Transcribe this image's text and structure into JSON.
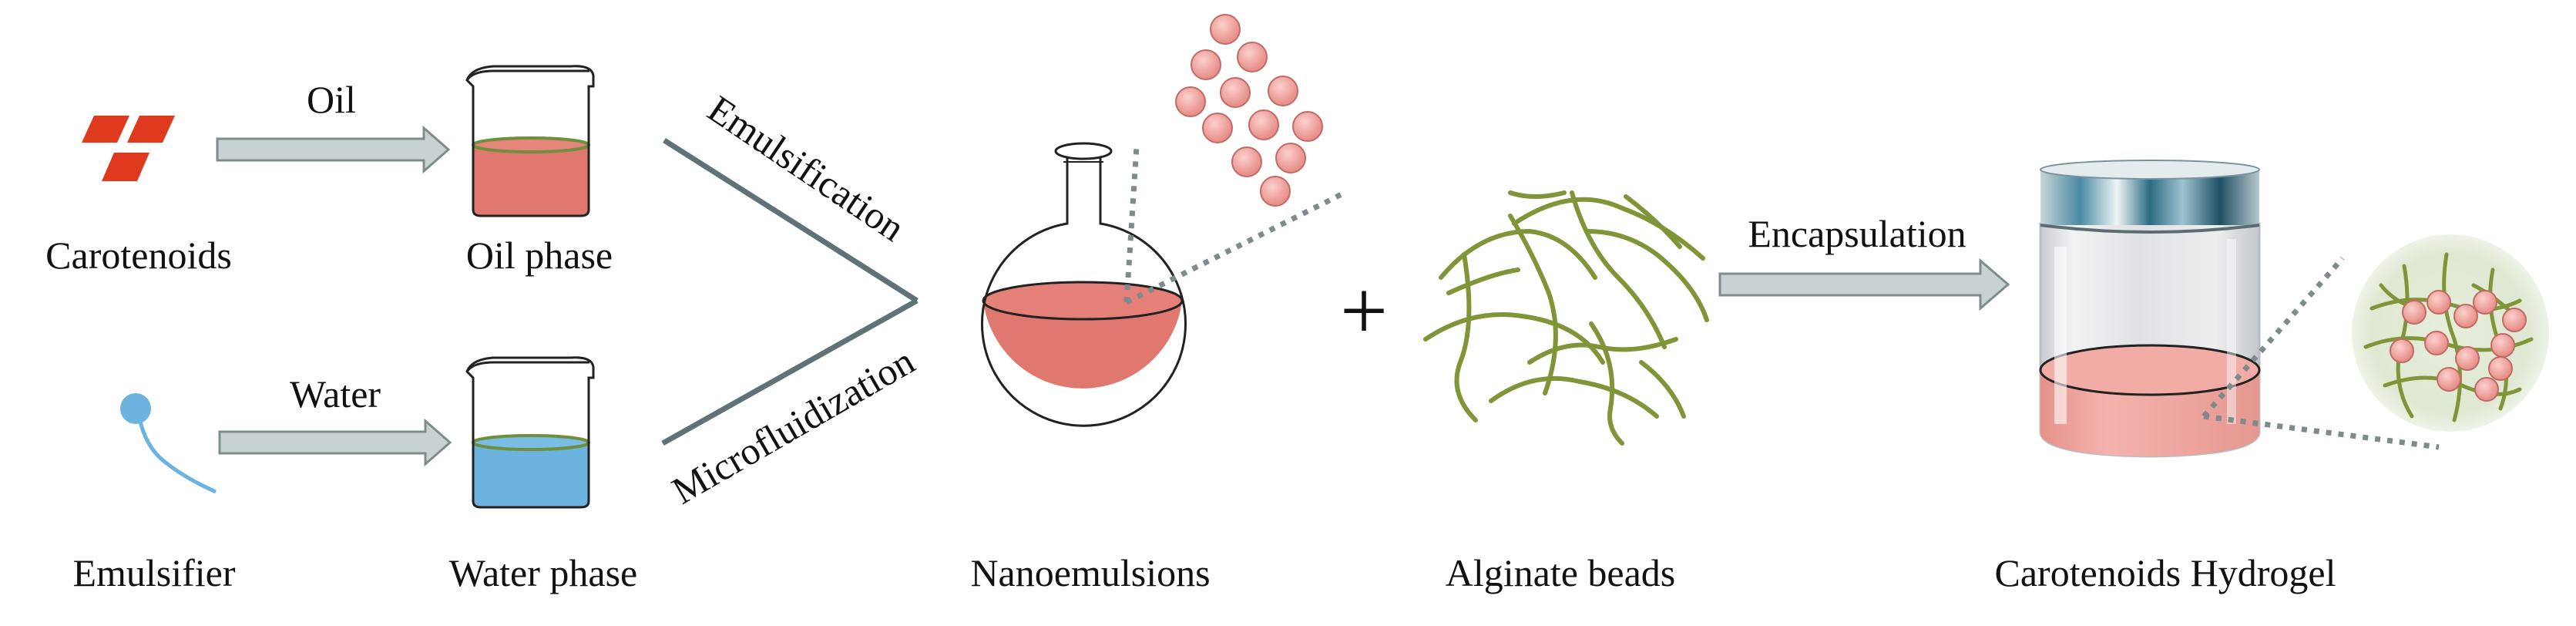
{
  "labels": {
    "carotenoids": "Carotenoids",
    "oil_arrow": "Oil",
    "oil_phase": "Oil phase",
    "emulsifier": "Emulsifier",
    "water_arrow": "Water",
    "water_phase": "Water phase",
    "emulsification": "Emulsification",
    "microfluidization": "Microfluidization",
    "nanoemulsions": "Nanoemulsions",
    "plus": "+",
    "alginate_beads": "Alginate beads",
    "encapsulation": "Encapsulation",
    "hydrogel": "Carotenoids Hydrogel"
  },
  "colors": {
    "carotenoid_red": "#e03a1e",
    "oil_fill": "#e0786f",
    "water_fill": "#6cb3e0",
    "phase_line": "#6f8f3c",
    "arrow_fill": "#c9d2d2",
    "arrow_stroke": "#7e8c8c",
    "droplet": "#ef9d98",
    "droplet_stroke": "#c26a66",
    "alginate": "#7f9537",
    "hydrogel_fill": "#eea49d",
    "glass": "#d7d9dc",
    "lid": "#2c6b83"
  }
}
